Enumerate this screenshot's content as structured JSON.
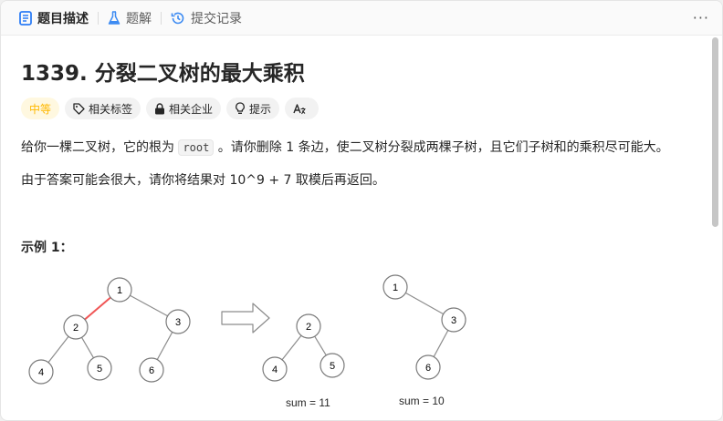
{
  "tabs": [
    {
      "label": "题目描述",
      "icon": "description-icon"
    },
    {
      "label": "题解",
      "icon": "flask-icon"
    },
    {
      "label": "提交记录",
      "icon": "history-icon"
    }
  ],
  "more": "···",
  "problem": {
    "title": "1339. 分裂二叉树的最大乘积",
    "difficulty": "中等",
    "tags": [
      {
        "label": "相关标签",
        "icon": "tag-icon"
      },
      {
        "label": "相关企业",
        "icon": "lock-icon"
      },
      {
        "label": "提示",
        "icon": "lightbulb-icon"
      },
      {
        "label": "A文",
        "icon": "translate-icon"
      }
    ],
    "desc1_a": "给你一棵二叉树，它的根为 ",
    "desc1_code": "root",
    "desc1_b": " 。请你删除 1 条边，使二叉树分裂成两棵子树，且它们子树和的乘积尽可能大。",
    "desc2": "由于答案可能会很大，请你将结果对 10^9 + 7 取模后再返回。",
    "example_title": "示例 1："
  },
  "diagram": {
    "trees": [
      {
        "nodes": [
          {
            "label": "1"
          },
          {
            "label": "2"
          },
          {
            "label": "3"
          },
          {
            "label": "4"
          },
          {
            "label": "5"
          },
          {
            "label": "6"
          }
        ]
      },
      {
        "nodes": [
          {
            "label": "2"
          },
          {
            "label": "4"
          },
          {
            "label": "5"
          }
        ],
        "sum_label": "sum = 11"
      },
      {
        "nodes": [
          {
            "label": "1"
          },
          {
            "label": "3"
          },
          {
            "label": "6"
          }
        ],
        "sum_label": "sum = 10"
      }
    ],
    "colors": {
      "cut_edge": "#f05656",
      "edge": "#8c8c8c",
      "node_stroke": "#7a7a7a"
    }
  }
}
